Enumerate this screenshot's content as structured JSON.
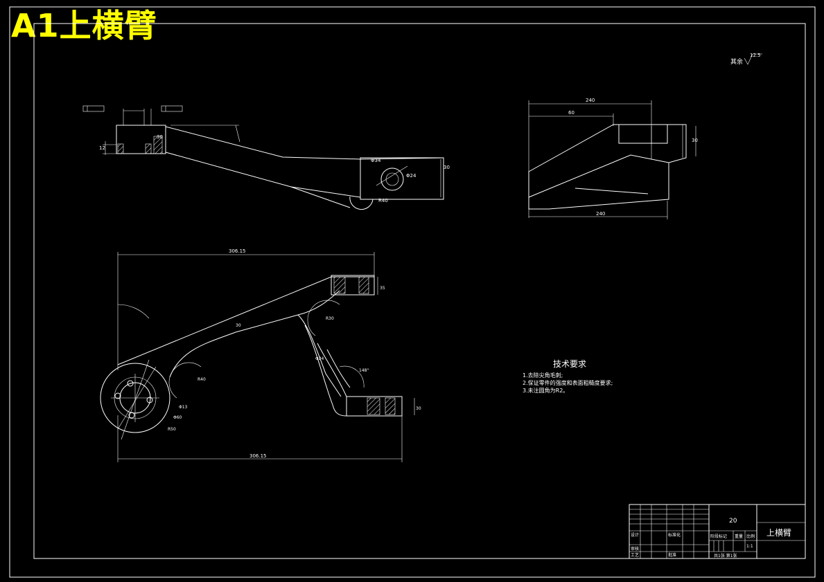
{
  "banner": "A1上横臂",
  "roughness_note": {
    "label": "其余",
    "value": "12.5"
  },
  "tech_requirements": {
    "title": "技术要求",
    "items": [
      "1.去除尖角毛刺;",
      "2.保证零件的强度和表面粗糙度要求;",
      "3.未注圆角为R2。"
    ]
  },
  "title_block": {
    "part_name": "上横臂",
    "material": "20",
    "scale": "1:1",
    "labels": {
      "design": "设计",
      "standard": "标准化",
      "review": "审核",
      "process": "工艺",
      "approve": "批准",
      "stage_mark": "阶段标记",
      "weight": "重量",
      "scale": "比例",
      "sheets": "共1张 第1张"
    }
  },
  "dimensions": {
    "front_top_overall": "306.15",
    "front_bottom_overall": "306.15",
    "top_length": "240",
    "top_left": "60",
    "top_bottom": "240",
    "top_height": "30",
    "small_dim": "12",
    "end_height": "30",
    "bore": "Φ34",
    "bore2": "Φ24",
    "radius1": "R40",
    "radius2": "R50",
    "radius3": "R30",
    "angle": "148°",
    "width1": "35",
    "width2": "30",
    "hole_small": "Φ13",
    "hole_pcd": "Φ60"
  }
}
